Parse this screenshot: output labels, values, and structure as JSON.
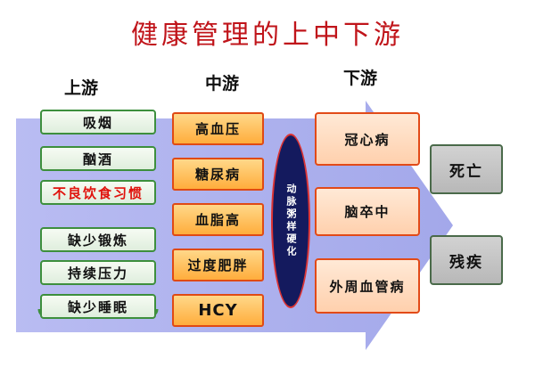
{
  "title": "健康管理的上中下游",
  "columns": {
    "upstream": "上游",
    "midstream": "中游",
    "downstream": "下游"
  },
  "upstream_items": [
    "吸烟",
    "酗酒",
    "不良饮食习惯",
    "缺少锻炼",
    "持续压力",
    "缺少睡眠"
  ],
  "midstream_items": [
    "高血压",
    "糖尿病",
    "血脂高",
    "过度肥胖",
    "HCY"
  ],
  "process": "动脉粥样硬化",
  "downstream_items": [
    "冠心病",
    "脑卒中",
    "外周血管病"
  ],
  "outcomes": [
    "死亡",
    "残疾"
  ],
  "colors": {
    "title": "#c0141a",
    "arrow": "#aeb2ee",
    "highlight_text": "#e0120c",
    "oval": "#141a5e"
  }
}
